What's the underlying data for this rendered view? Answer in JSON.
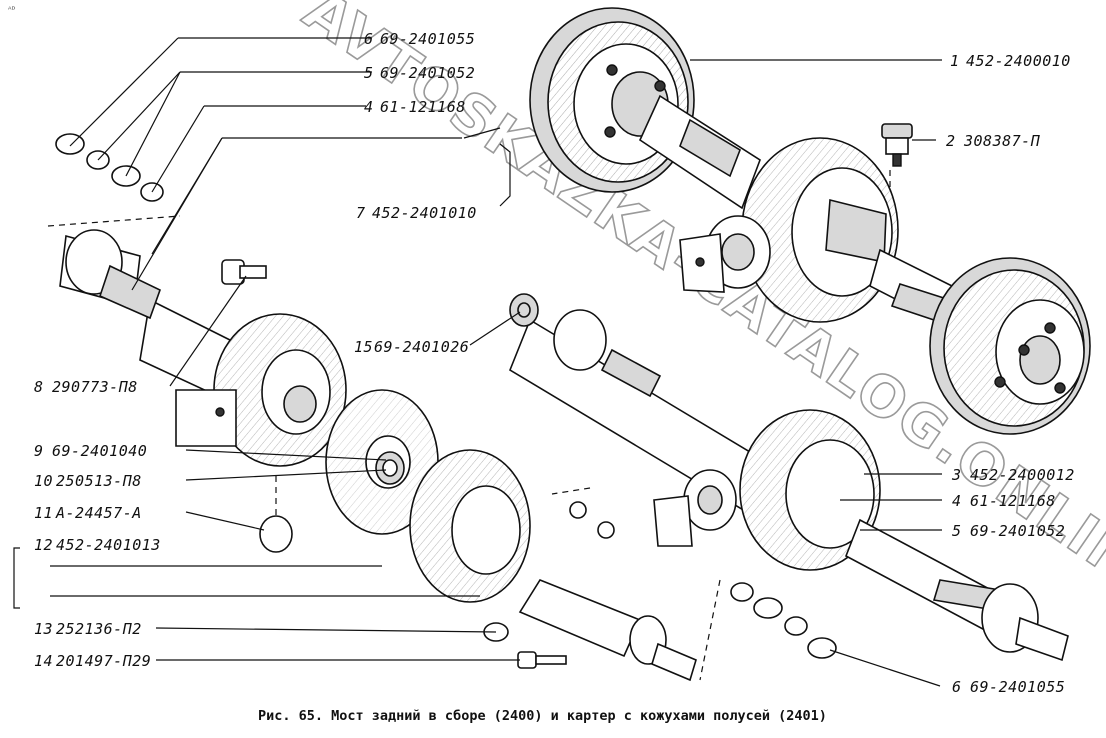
{
  "corner_mark": "ᴬᴰ",
  "watermark": "AVTOSKAZKA-CATALOG.ONLINE",
  "caption": "Рис. 65. Мост задний в сборе (2400) и картер с кожухами полусей (2401)",
  "callouts": [
    {
      "num": "6",
      "code": "69-2401055"
    },
    {
      "num": "5",
      "code": "69-2401052"
    },
    {
      "num": "4",
      "code": "61-121168"
    },
    {
      "num": "7",
      "code": "452-2401010"
    },
    {
      "num": "8",
      "code": "290773-П8"
    },
    {
      "num": "9",
      "code": "69-2401040"
    },
    {
      "num": "10",
      "code": "250513-П8"
    },
    {
      "num": "11",
      "code": "А-24457-А"
    },
    {
      "num": "12",
      "code": "452-2401013"
    },
    {
      "num": "13",
      "code": "252136-П2"
    },
    {
      "num": "14",
      "code": "201497-П29"
    },
    {
      "num": "15",
      "code": "69-2401026"
    },
    {
      "num": "1",
      "code": "452-2400010"
    },
    {
      "num": "2",
      "code": "308387-П"
    },
    {
      "num": "3",
      "code": "452-2400012"
    },
    {
      "num": "4",
      "code": "61-121168"
    },
    {
      "num": "5",
      "code": "69-2401052"
    },
    {
      "num": "6",
      "code": "69-2401055"
    }
  ]
}
